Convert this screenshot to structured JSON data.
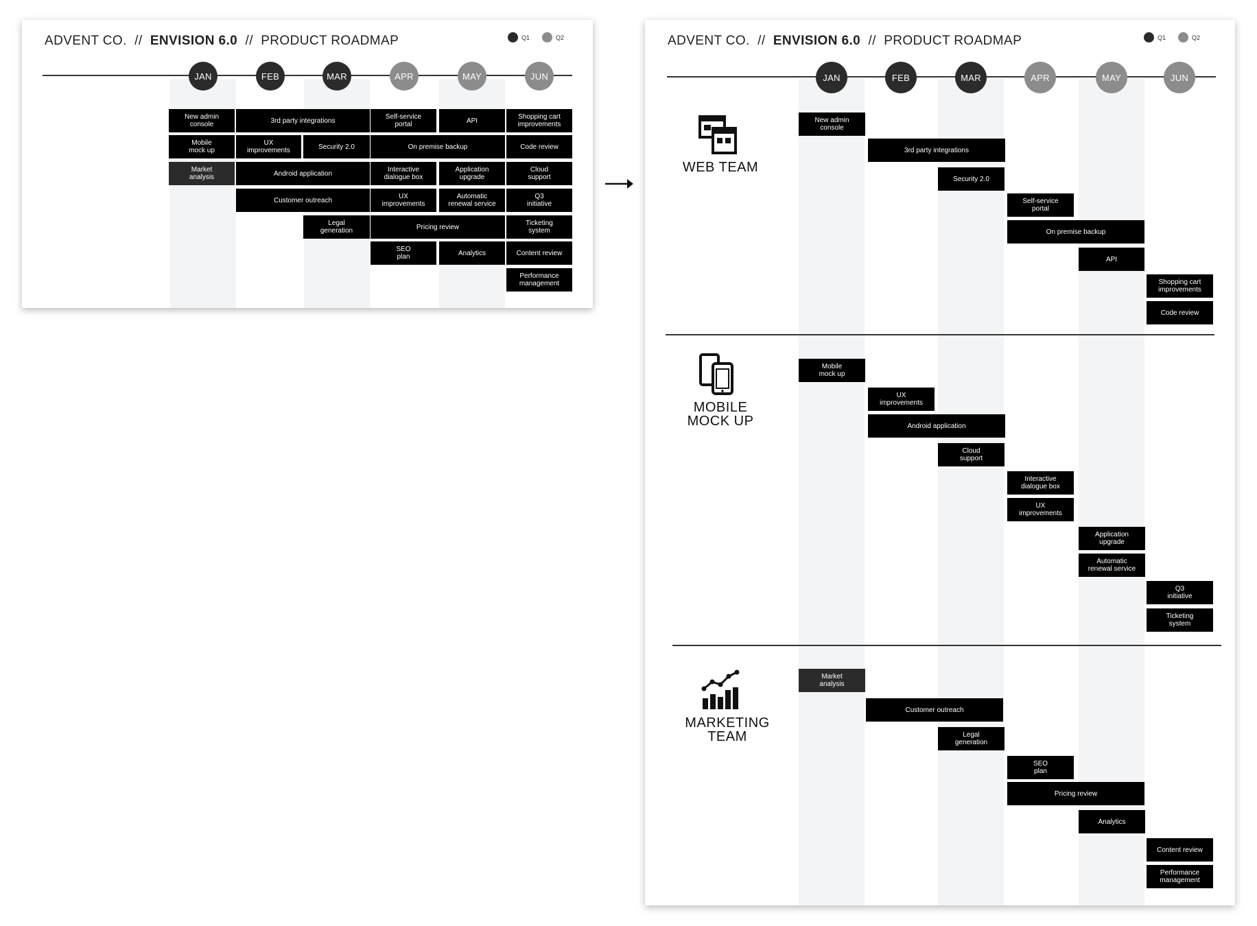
{
  "header": {
    "company": "ADVENT CO.",
    "sep1": "//",
    "product": "ENVISION 6.0",
    "sep2": "//",
    "doc": "PRODUCT ROADMAP"
  },
  "legend": [
    {
      "label": "Q1",
      "color": "#2b2b2b"
    },
    {
      "label": "Q2",
      "color": "#8c8c8c"
    }
  ],
  "months": [
    {
      "label": "JAN",
      "color": "#2b2b2b"
    },
    {
      "label": "FEB",
      "color": "#2b2b2b"
    },
    {
      "label": "MAR",
      "color": "#2b2b2b"
    },
    {
      "label": "APR",
      "color": "#8c8c8c"
    },
    {
      "label": "MAY",
      "color": "#8c8c8c"
    },
    {
      "label": "JUN",
      "color": "#8c8c8c"
    }
  ],
  "overview_tasks": [
    "New admin\nconsole",
    "3rd party integrations",
    "Self-service\nportal",
    "API",
    "Shopping cart\nimprovements",
    "Mobile\nmock up",
    "UX\nimprovements",
    "Security 2.0",
    "On premise backup",
    "Code review",
    "Market\nanalysis",
    "Android application",
    "Interactive\ndialogue box",
    "Application\nupgrade",
    "Cloud\nsupport",
    "Customer outreach",
    "UX\nimprovements",
    "Automatic\nrenewal service",
    "Q3\ninitiative",
    "Legal\ngeneration",
    "Pricing review",
    "Ticketing\nsystem",
    "SEO\nplan",
    "Analytics",
    "Content review",
    "Performance\nmanagement"
  ],
  "teams": [
    {
      "name": "WEB TEAM",
      "icon": "web-window-icon",
      "tasks": [
        "New admin\nconsole",
        "3rd party integrations",
        "Security 2.0",
        "Self-service\nportal",
        "On premise backup",
        "API",
        "Shopping cart\nimprovements",
        "Code review"
      ]
    },
    {
      "name": "MOBILE\nMOCK UP",
      "icon": "mobile-devices-icon",
      "tasks": [
        "Mobile\nmock up",
        "UX\nimprovements",
        "Android application",
        "Cloud\nsupport",
        "Interactive\ndialogue box",
        "UX\nimprovements",
        "Application\nupgrade",
        "Automatic\nrenewal service",
        "Q3\ninitiative",
        "Ticketing\nsystem"
      ]
    },
    {
      "name": "MARKETING\nTEAM",
      "icon": "growth-chart-icon",
      "tasks": [
        "Market\nanalysis",
        "Customer outreach",
        "Legal\ngeneration",
        "SEO\nplan",
        "Pricing review",
        "Analytics",
        "Content review",
        "Performance\nmanagement"
      ]
    }
  ],
  "colors": {
    "task": "#000000",
    "task_muted": "#2b2b2b",
    "column_shade": "#f3f4f6"
  }
}
